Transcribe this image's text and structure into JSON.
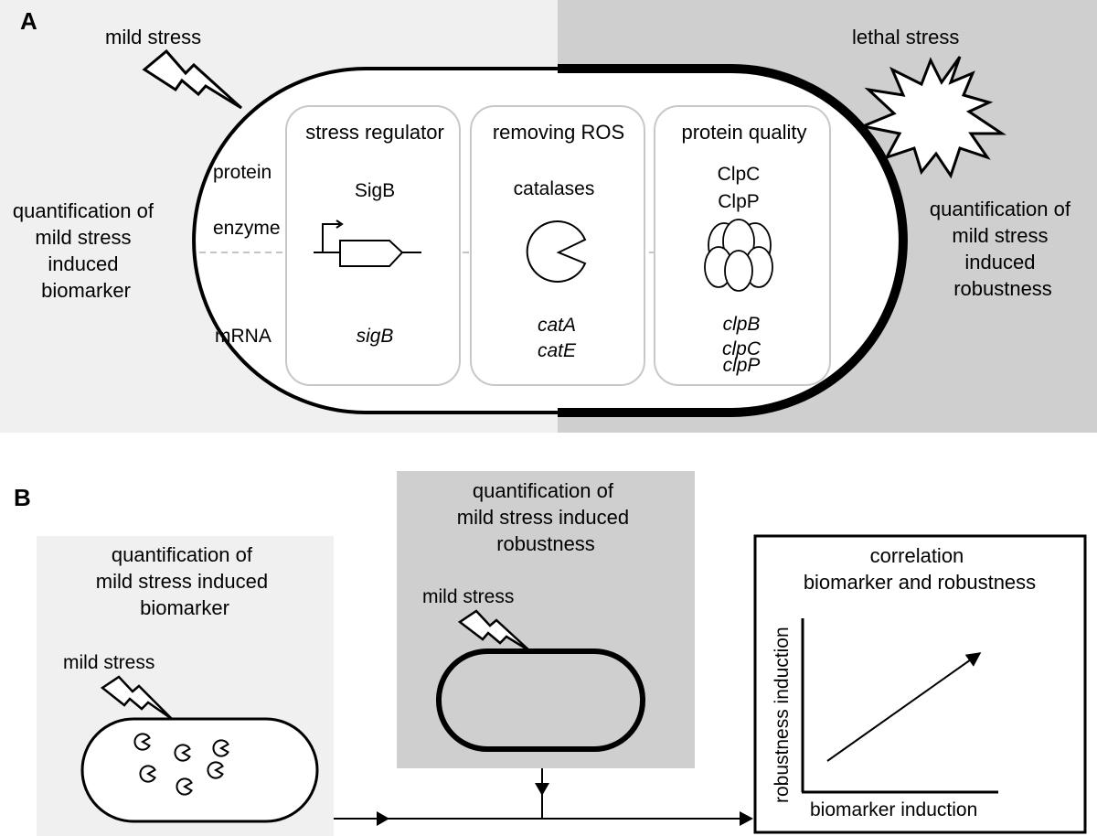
{
  "panel_a": {
    "letter": "A",
    "mild_stress": "mild stress",
    "lethal_stress": "lethal stress",
    "left_caption": [
      "quantification of",
      "mild stress",
      "induced",
      "biomarker"
    ],
    "right_caption": [
      "quantification of",
      "mild stress",
      "induced",
      "robustness"
    ],
    "row_labels": {
      "protein": "protein",
      "enzyme": "enzyme",
      "mrna": "mRNA"
    },
    "boxes": [
      {
        "title": "stress regulator",
        "protein": [
          "SigB"
        ],
        "mrna": [
          "sigB"
        ]
      },
      {
        "title": "removing ROS",
        "protein": [
          "catalases"
        ],
        "mrna": [
          "catA",
          "catE"
        ]
      },
      {
        "title": "protein quality",
        "protein": [
          "ClpC",
          "ClpP"
        ],
        "mrna": [
          "clpB",
          "clpC",
          "clpP"
        ]
      }
    ]
  },
  "panel_b": {
    "letter": "B",
    "biomarker_box": {
      "title": [
        "quantification of",
        "mild stress induced",
        "biomarker"
      ],
      "stress_label": "mild stress"
    },
    "robustness_box": {
      "title": [
        "quantification of",
        "mild stress induced",
        "robustness"
      ],
      "stress_label": "mild stress"
    },
    "correlation_box": {
      "title": [
        "correlation",
        "biomarker and robustness"
      ],
      "xlabel": "biomarker induction",
      "ylabel": "robustness induction"
    }
  },
  "colors": {
    "light_panel": "#f0f0f0",
    "dark_panel": "#cfcfcf",
    "ink": "#000000",
    "box_border": "#c8c8c8",
    "dash": "#b0b0b0"
  }
}
